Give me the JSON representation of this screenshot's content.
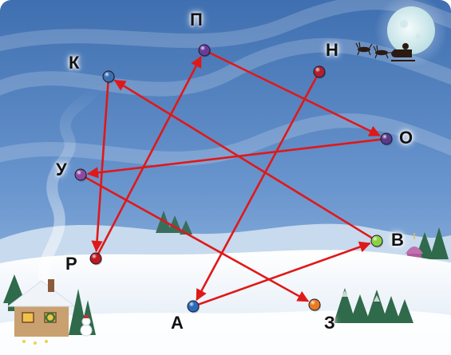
{
  "game": {
    "points": [
      {
        "id": "k",
        "label": "К",
        "color": "#3a6fb0"
      },
      {
        "id": "p",
        "label": "П",
        "color": "#6a3a9a"
      },
      {
        "id": "n",
        "label": "Н",
        "color": "#b02030"
      },
      {
        "id": "o",
        "label": "О",
        "color": "#5a3a8a"
      },
      {
        "id": "u",
        "label": "У",
        "color": "#8a4aa0"
      },
      {
        "id": "v",
        "label": "В",
        "color": "#8cd040"
      },
      {
        "id": "r",
        "label": "Р",
        "color": "#c01820"
      },
      {
        "id": "a",
        "label": "А",
        "color": "#2a6ab8"
      },
      {
        "id": "z",
        "label": "З",
        "color": "#e87a20"
      }
    ],
    "path_order": [
      "Н",
      "А",
      "В",
      "К",
      "Р",
      "П",
      "О",
      "У",
      "З"
    ],
    "colors": {
      "arrow": "#e01818",
      "sky_top": "#4a7ab8",
      "sky_bottom": "#8fb4dc",
      "snow": "#eef4fb",
      "moon": "#d8eef0",
      "tree": "#2f6a4a",
      "house_wall": "#c9a070",
      "house_roof": "#f0f4f8",
      "dome": "#c070b0"
    },
    "decor": [
      "moon",
      "santa-sleigh-silhouette",
      "chimney-smoke",
      "house",
      "snowman",
      "fir-trees",
      "church-dome",
      "snow-hills"
    ]
  }
}
